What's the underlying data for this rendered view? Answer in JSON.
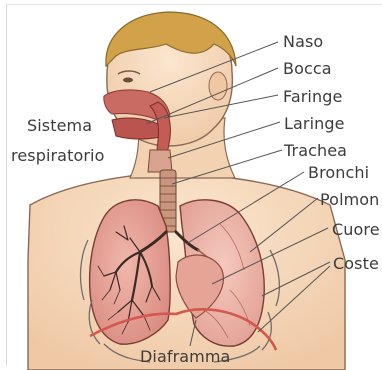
{
  "diagram": {
    "caption": [
      "Sistema",
      "respiratorio"
    ],
    "labels": {
      "naso": "Naso",
      "bocca": "Bocca",
      "faringe": "Faringe",
      "laringe": "Laringe",
      "trachea": "Trachea",
      "bronchi": "Bronchi",
      "polmoni": "Polmon",
      "cuore": "Cuore",
      "coste": "Coste",
      "diaframma": "Diaframma"
    }
  }
}
